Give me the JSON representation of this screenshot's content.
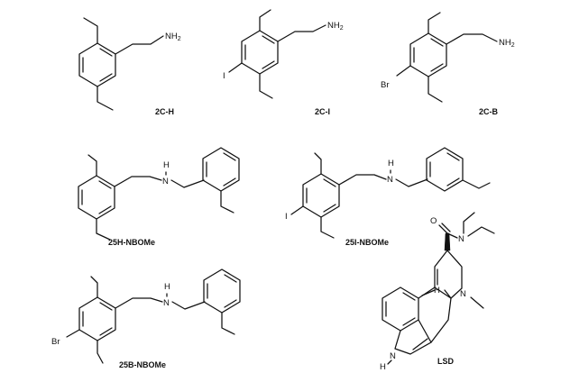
{
  "figure": {
    "atoms": {
      "nitrogen": "N",
      "hydrogen": "H",
      "oxygen": "O",
      "iodine": "I",
      "bromine": "Br",
      "amine_subscript": "2"
    },
    "compounds": [
      {
        "name": "2C-H"
      },
      {
        "name": "2C-I"
      },
      {
        "name": "2C-B"
      },
      {
        "name": "25H-NBOMe"
      },
      {
        "name": "25I-NBOMe"
      },
      {
        "name": "25B-NBOMe"
      },
      {
        "name": "LSD"
      }
    ],
    "colors": {
      "ink": "#111111",
      "background": "#ffffff"
    }
  }
}
